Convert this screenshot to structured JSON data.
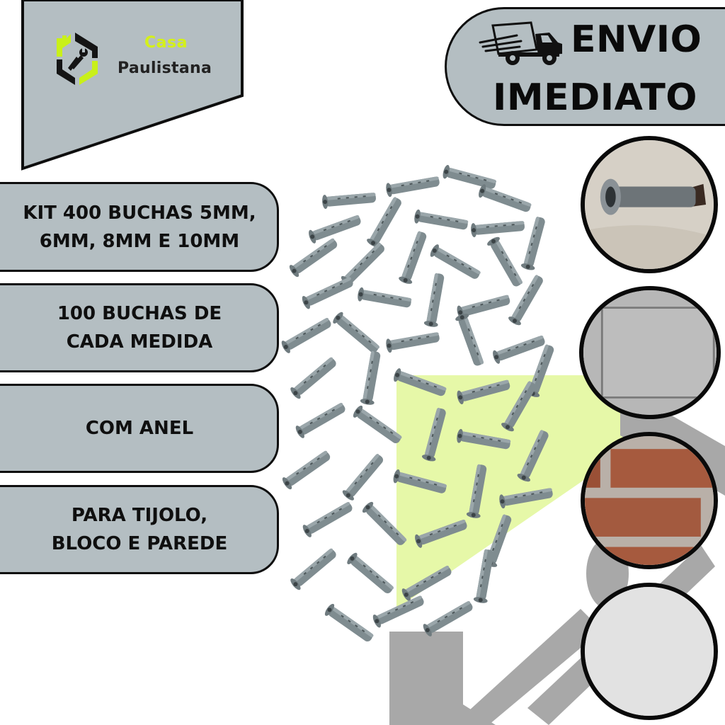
{
  "brand": {
    "name_line1": "Casa",
    "name_line2": "Paulistana",
    "logo_icon": "house-wrench-icon",
    "accent_color": "#d4f01a",
    "dark_color": "#1a1a1a"
  },
  "shipping_badge": {
    "icon": "delivery-truck-icon",
    "line1": "ENVIO",
    "line2": "IMEDIATO"
  },
  "features": [
    {
      "text": "KIT 400 BUCHAS 5MM,\n6MM, 8MM E 10MM"
    },
    {
      "text": "100 BUCHAS DE\nCADA MEDIDA"
    },
    {
      "text": "COM ANEL"
    },
    {
      "text": "PARA TIJOLO,\nBLOCO E PAREDE"
    }
  ],
  "product_image": {
    "description": "pile of gray plastic wall anchors (buchas)"
  },
  "material_circles": [
    {
      "label": "anchor-in-wall",
      "description": "gray anchor inserted in beige wall"
    },
    {
      "label": "concrete-block",
      "description": "gray concrete block texture"
    },
    {
      "label": "brick",
      "description": "red clay brick wall"
    },
    {
      "label": "plaster-wall",
      "description": "white textured plaster wall"
    }
  ],
  "colors": {
    "panel_gray": "#b4bec2",
    "border": "#0e0e0e",
    "bg_shape_gray": "#a8a8a8",
    "bg_shape_lime": "#e6f8a8",
    "background": "#ffffff"
  }
}
